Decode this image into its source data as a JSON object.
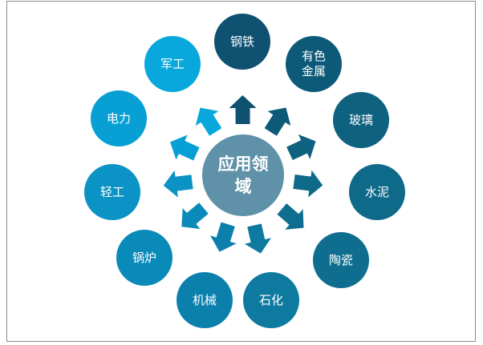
{
  "center": {
    "label": "应用领域",
    "color": "#5f91a8"
  },
  "nodes": [
    {
      "label": "钢铁",
      "color": "#0e5170"
    },
    {
      "label": "有色金属",
      "color": "#0d5a78"
    },
    {
      "label": "玻璃",
      "color": "#0f6180"
    },
    {
      "label": "水泥",
      "color": "#0f6a8a"
    },
    {
      "label": "陶瓷",
      "color": "#0f6e90"
    },
    {
      "label": "石化",
      "color": "#0e7aa0"
    },
    {
      "label": "机械",
      "color": "#0b80ad"
    },
    {
      "label": "锅炉",
      "color": "#0a8ab8"
    },
    {
      "label": "轻工",
      "color": "#0a93c4"
    },
    {
      "label": "电力",
      "color": "#08a0d4"
    },
    {
      "label": "军工",
      "color": "#08a8dc"
    }
  ]
}
